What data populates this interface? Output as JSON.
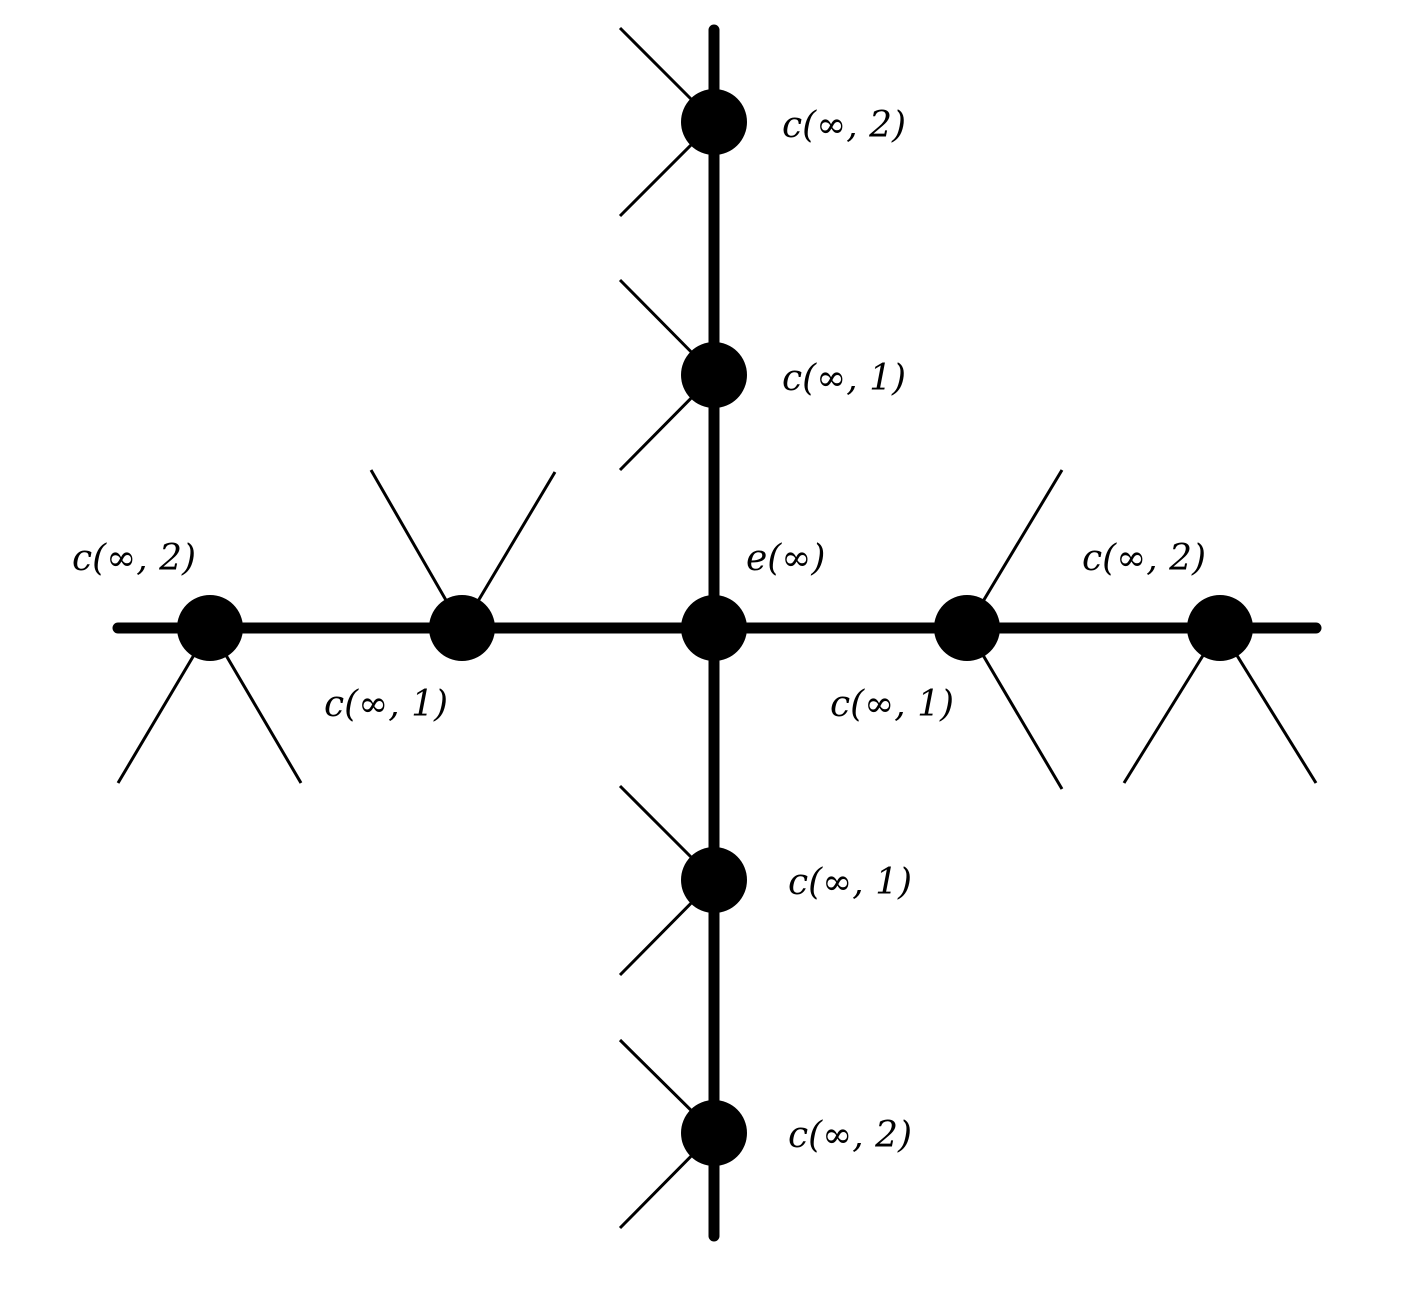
{
  "diagram": {
    "center": {
      "label": "e(∞)"
    },
    "up_1": {
      "label": "c(∞, 1)"
    },
    "up_2": {
      "label": "c(∞, 2)"
    },
    "down_1": {
      "label": "c(∞, 1)"
    },
    "down_2": {
      "label": "c(∞, 2)"
    },
    "left_1": {
      "label": "c(∞, 1)"
    },
    "left_2": {
      "label": "c(∞, 2)"
    },
    "right_1": {
      "label": "c(∞, 1)"
    },
    "right_2": {
      "label": "c(∞, 2)"
    }
  },
  "colors": {
    "ink": "#000000",
    "background": "#ffffff"
  }
}
